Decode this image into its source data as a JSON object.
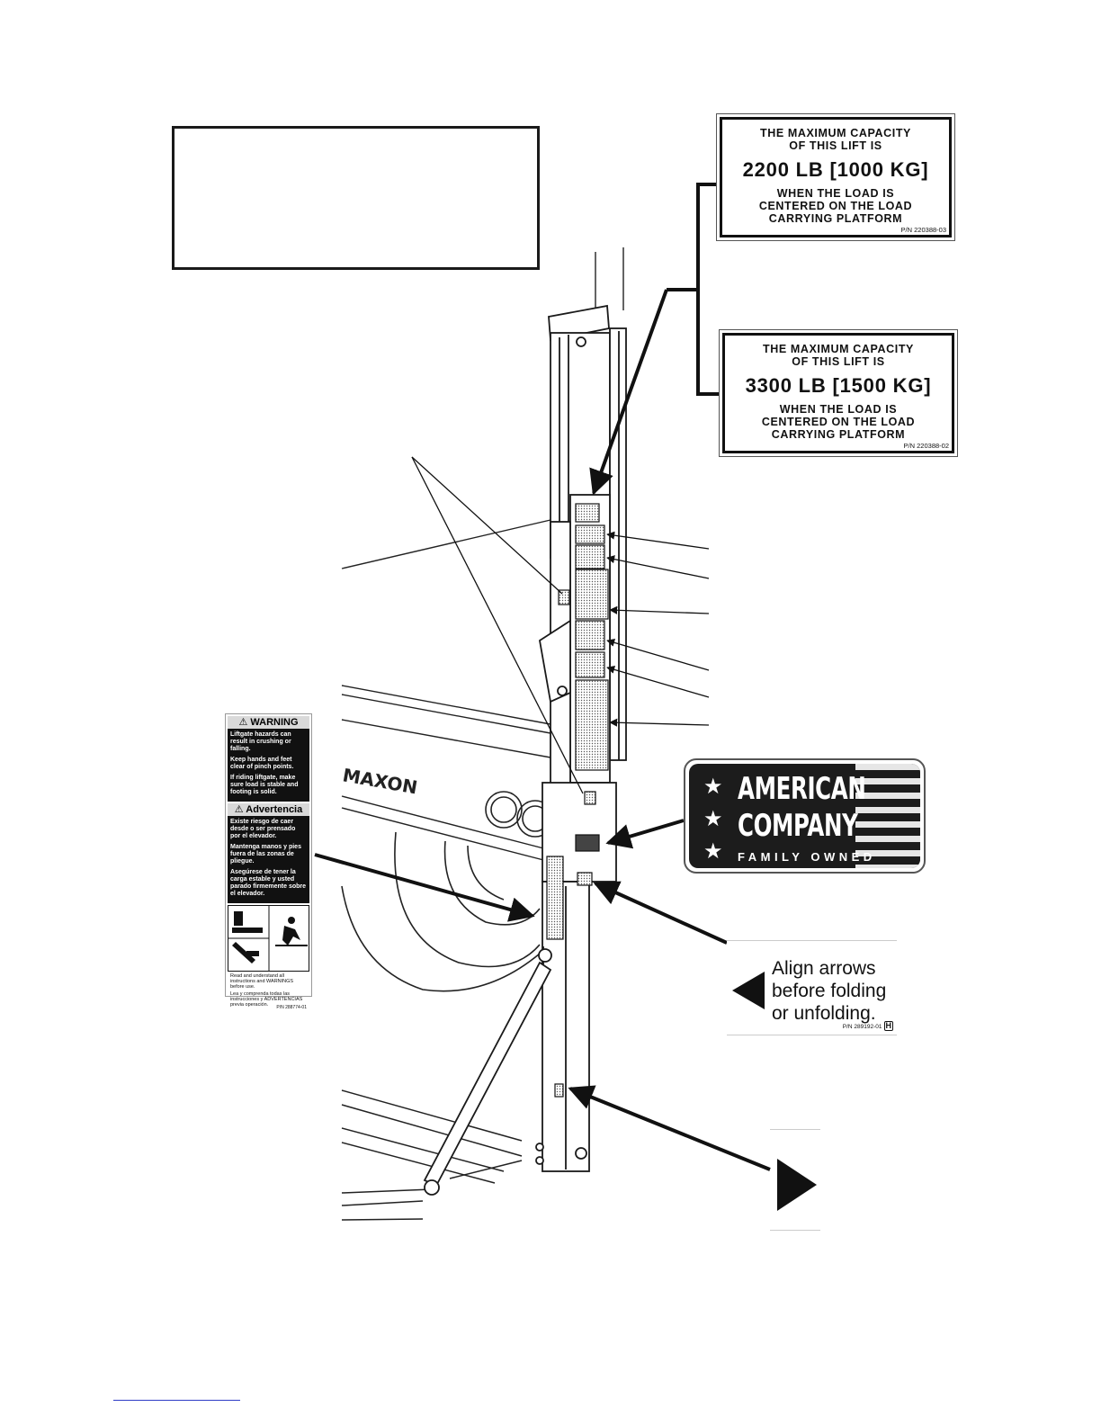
{
  "decals": {
    "capacity_2200": {
      "line1": "THE MAXIMUM CAPACITY",
      "line2": "OF THIS LIFT IS",
      "capacity": "2200 LB [1000 KG]",
      "line3": "WHEN THE LOAD IS",
      "line4": "CENTERED ON THE LOAD",
      "line5": "CARRYING PLATFORM",
      "part_number": "P/N 220388-03"
    },
    "capacity_3300": {
      "line1": "THE MAXIMUM CAPACITY",
      "line2": "OF THIS LIFT IS",
      "capacity": "3300 LB [1500 KG]",
      "line3": "WHEN THE LOAD IS",
      "line4": "CENTERED ON THE LOAD",
      "line5": "CARRYING PLATFORM",
      "part_number": "P/N 220388-02"
    },
    "warning": {
      "header": "⚠ WARNING",
      "en1": "Liftgate hazards can result in crushing or falling.",
      "en2": "Keep hands and feet clear of pinch points.",
      "en3": "If riding liftgate, make sure load is stable and footing is solid.",
      "header_es": "⚠ Advertencia",
      "es1": "Existe riesgo de caer desde o ser prensado por el elevador.",
      "es2": "Mantenga manos y pies fuera de las zonas de pliegue.",
      "es3": "Asegúrese de tener la carga estable y usted parado firmemente sobre el elevador.",
      "foot1": "Read and understand all instructions and WARNINGS before use.",
      "foot2": "Lea y comprenda todas las instrucciones y ADVERTENCIAS previa operación.",
      "part_number": "P/N 288774-01"
    },
    "badge": {
      "word1": "AMERICAN",
      "word2": "COMPANY",
      "sub": "FAMILY OWNED",
      "star": "★"
    },
    "align": {
      "line1": "Align arrows",
      "line2": "before folding",
      "line3": "or unfolding.",
      "part_number": "P/N 289192-01",
      "rev": "H"
    }
  },
  "liftgate": {
    "brand": "MAXON"
  }
}
